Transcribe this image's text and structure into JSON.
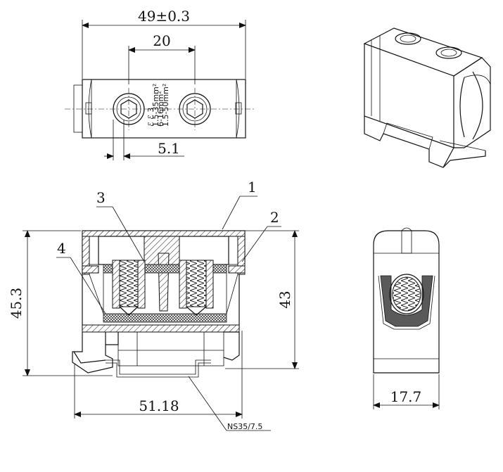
{
  "dimensions": {
    "top_width": "49±0.3",
    "screw_spacing": "20",
    "screw_offset": "5.1",
    "total_height": "45.3",
    "inner_height": "43",
    "base_width": "51.18",
    "side_width": "17.7"
  },
  "rail_label": "NS35/7.5",
  "callouts": [
    "1",
    "2",
    "3",
    "4"
  ],
  "label_lines": [
    "ℰ ℰ 3",
    "1.5-35mm²",
    "6-16mm²",
    "1.5-50mm²"
  ]
}
